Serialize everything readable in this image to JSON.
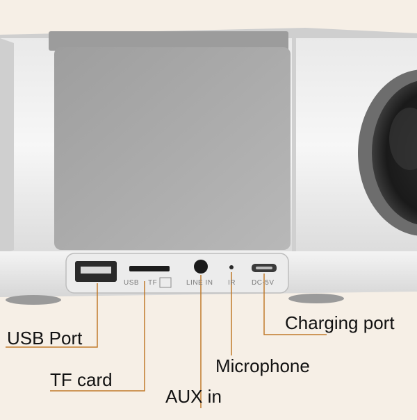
{
  "callouts": {
    "usb_port": "USB Port",
    "tf_card": "TF card",
    "aux_in": "AUX in",
    "microphone": "Microphone",
    "charging_port": "Charging port"
  },
  "port_labels": {
    "usb": "USB",
    "tf": "TF",
    "line_in": "LINE IN",
    "ir": "IR",
    "dc": "DC-5V"
  },
  "colors": {
    "background": "#f6efe6",
    "body_white": "#f2f2f2",
    "panel_gray": "#a9a9a9",
    "leader_line": "#c07a2a"
  }
}
